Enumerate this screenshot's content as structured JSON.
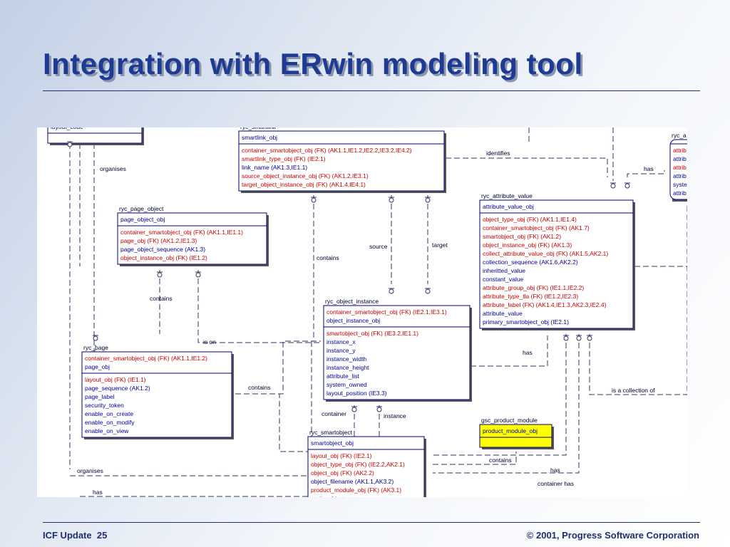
{
  "slide": {
    "title": "Integration with ERwin modeling tool",
    "footer_left": "ICF Update",
    "page_number": "25",
    "footer_right": "© 2001, Progress Software Corporation"
  },
  "colors": {
    "title": "#1f3a93",
    "key_attribute": "#cc0000",
    "attribute": "#00009a",
    "line": "#333366",
    "highlight_entity": "#ffff00"
  },
  "entities": [
    {
      "id": "smartlink",
      "table": "ryc_smartlink",
      "pk": "smartlink_obj",
      "attrs": [
        {
          "text": "container_smartobject_obj (FK) (AK1.1,IE1.2,IE2.2,IE3.2,IE4.2)",
          "fk": true
        },
        {
          "text": "smartlink_type_obj (FK) (IE2.1)",
          "fk": true
        },
        {
          "text": "link_name (AK1.3,IE1.1)",
          "fk": false
        },
        {
          "text": "source_object_instance_obj (FK) (AK1.2,IE3.1)",
          "fk": true
        },
        {
          "text": "target_object_instance_obj (FK) (AK1.4,IE4.1)",
          "fk": true
        }
      ]
    },
    {
      "id": "page_object",
      "table": "ryc_page_object",
      "pk": "page_object_obj",
      "attrs": [
        {
          "text": "container_smartobject_obj (FK) (AK1.1,IE1.1)",
          "fk": true
        },
        {
          "text": "page_obj (FK) (AK1.2,IE1.3)",
          "fk": true
        },
        {
          "text": "page_object_sequence (AK1.3)",
          "fk": false
        },
        {
          "text": "object_instance_obj (FK) (IE1.2)",
          "fk": true
        }
      ]
    },
    {
      "id": "attribute_value",
      "table": "ryc_attribute_value",
      "pk": "attribute_value_obj",
      "attrs": [
        {
          "text": "object_type_obj (FK) (AK1.1,IE1.4)",
          "fk": true
        },
        {
          "text": "container_smartobject_obj (FK) (AK1.7)",
          "fk": true
        },
        {
          "text": "smartobject_obj (FK) (AK1.2)",
          "fk": true
        },
        {
          "text": "object_instance_obj (FK) (AK1.3)",
          "fk": true
        },
        {
          "text": "collect_attribute_value_obj (FK) (AK1.5,AK2.1)",
          "fk": true
        },
        {
          "text": "collection_sequence (AK1.6,AK2.2)",
          "fk": false
        },
        {
          "text": "inheritted_value",
          "fk": false
        },
        {
          "text": "constant_value",
          "fk": false
        },
        {
          "text": "attribute_group_obj (FK) (IE1.1,IE2.2)",
          "fk": true
        },
        {
          "text": "attribute_type_tla (FK) (IE1.2,IE2.3)",
          "fk": true
        },
        {
          "text": "attribute_label (FK) (AK1.4,IE1.3,AK2.3,IE2.4)",
          "fk": true
        },
        {
          "text": "attribute_value",
          "fk": false
        },
        {
          "text": "primary_smartobject_obj (IE2.1)",
          "fk": false
        }
      ]
    },
    {
      "id": "object_instance",
      "table": "ryc_object_instance",
      "pk_rows": [
        {
          "text": "container_smartobject_obj (FK) (IE2.1,IE3.1)",
          "fk": true
        },
        {
          "text": "object_instance_obj",
          "fk": false
        }
      ],
      "attrs": [
        {
          "text": "smartobject_obj (FK) (IE3.2,IE1.1)",
          "fk": true
        },
        {
          "text": "instance_x",
          "fk": false
        },
        {
          "text": "instance_y",
          "fk": false
        },
        {
          "text": "instance_width",
          "fk": false
        },
        {
          "text": "instance_height",
          "fk": false
        },
        {
          "text": "attribute_list",
          "fk": false
        },
        {
          "text": "system_owned",
          "fk": false
        },
        {
          "text": "layout_position (IE3.3)",
          "fk": false
        }
      ]
    },
    {
      "id": "page",
      "table": "ryc_page",
      "pk_rows": [
        {
          "text": "container_smartobject_obj (FK) (AK1.1,IE1.2)",
          "fk": true
        },
        {
          "text": "page_obj",
          "fk": false
        }
      ],
      "attrs": [
        {
          "text": "layout_obj (FK) (IE1.1)",
          "fk": true
        },
        {
          "text": "page_sequence (AK1.2)",
          "fk": false
        },
        {
          "text": "page_label",
          "fk": false
        },
        {
          "text": "security_token",
          "fk": false
        },
        {
          "text": "enable_on_create",
          "fk": false
        },
        {
          "text": "enable_on_modify",
          "fk": false
        },
        {
          "text": "enable_on_view",
          "fk": false
        }
      ]
    },
    {
      "id": "smartobject",
      "table": "ryc_smartobject",
      "pk": "smartobject_obj",
      "attrs": [
        {
          "text": "layout_obj (FK) (IE2.1)",
          "fk": true
        },
        {
          "text": "object_type_obj (FK) (IE2.2,AK2.1)",
          "fk": true
        },
        {
          "text": "object_obj (FK) (AK2.2)",
          "fk": true
        },
        {
          "text": "object_filename (AK1.1,AK3.2)",
          "fk": false
        },
        {
          "text": "product_module_obj (FK) (AK3.1)",
          "fk": true
        },
        {
          "text": "static_object",
          "fk": false
        }
      ]
    },
    {
      "id": "product_module",
      "table": "gsc_product_module",
      "pk": "product_module_obj",
      "attrs": []
    },
    {
      "id": "layout_partial",
      "table": "",
      "pk": "layout_code",
      "attrs": []
    },
    {
      "id": "right_partial",
      "table": "ryc_a",
      "pk": "",
      "attrs": [
        {
          "text": "attrib",
          "fk": true
        },
        {
          "text": "attrib",
          "fk": false
        },
        {
          "text": "attrib",
          "fk": true
        },
        {
          "text": "attrib",
          "fk": false
        },
        {
          "text": "syste",
          "fk": false
        },
        {
          "text": "attrib",
          "fk": false
        }
      ]
    }
  ],
  "relationships": [
    {
      "id": "rel-organises-top",
      "label": "organises"
    },
    {
      "id": "rel-identifies",
      "label": "identifies"
    },
    {
      "id": "rel-has-top",
      "label": "has"
    },
    {
      "id": "rel-source",
      "label": "source"
    },
    {
      "id": "rel-target",
      "label": "target"
    },
    {
      "id": "rel-contains-mid",
      "label": "contains"
    },
    {
      "id": "rel-contains-pageobj",
      "label": "contains"
    },
    {
      "id": "rel-is-on",
      "label": "is on"
    },
    {
      "id": "rel-contains-page",
      "label": "contains"
    },
    {
      "id": "rel-has-oi",
      "label": "has"
    },
    {
      "id": "rel-collection",
      "label": "is a collection of"
    },
    {
      "id": "rel-container",
      "label": "container"
    },
    {
      "id": "rel-instance",
      "label": "instance"
    },
    {
      "id": "rel-contains-pm",
      "label": "contains"
    },
    {
      "id": "rel-has-so",
      "label": "has"
    },
    {
      "id": "rel-container-has",
      "label": "container has"
    },
    {
      "id": "rel-organises-bottom",
      "label": "organises"
    },
    {
      "id": "rel-has-bottom",
      "label": "has"
    }
  ]
}
